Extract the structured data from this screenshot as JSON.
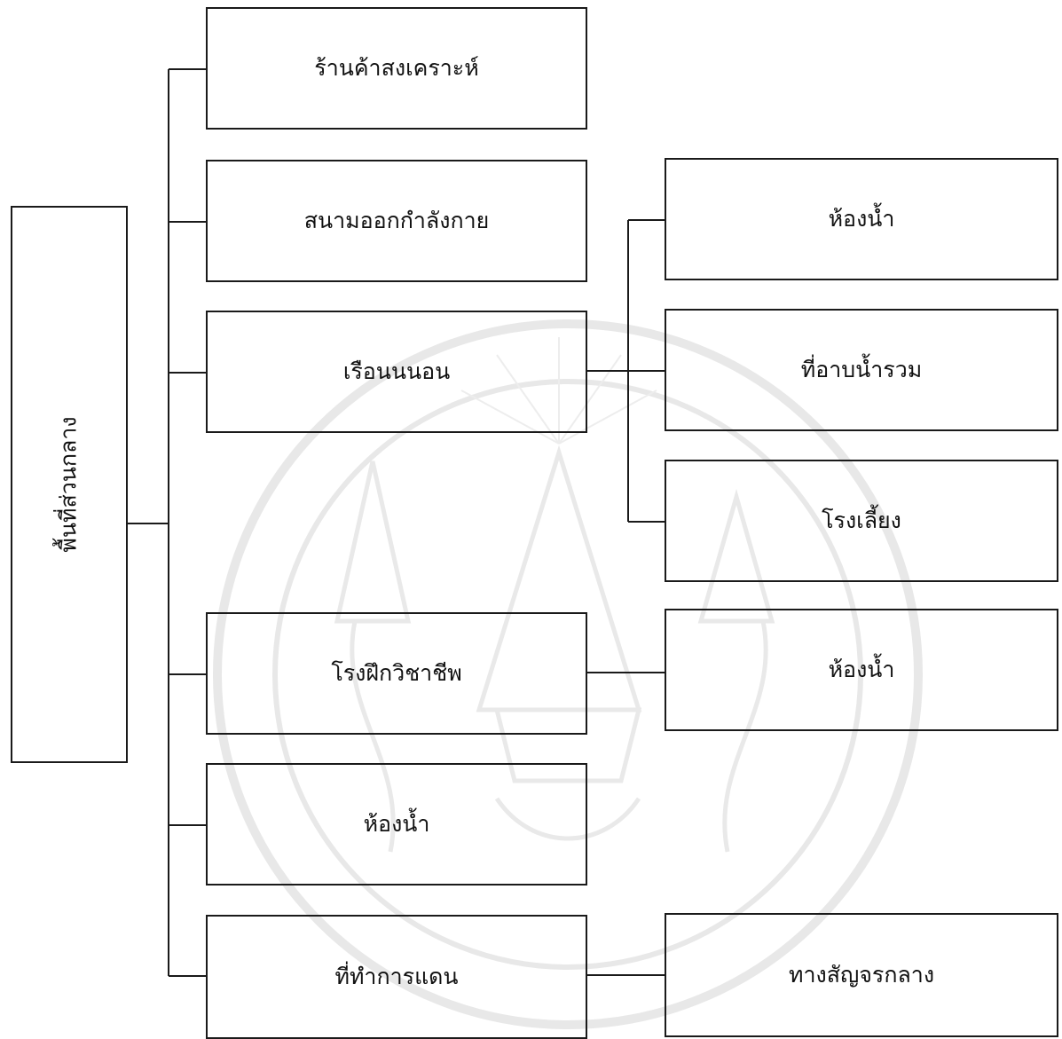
{
  "diagram": {
    "root": {
      "label": "พื้นที่ส่วนกลาง"
    },
    "branches": [
      {
        "label": "ร้านค้าสงเคราะห์"
      },
      {
        "label": "สนามออกกำลังกาย"
      },
      {
        "label": "เรือนนนอน",
        "children": [
          "ห้องน้ำ",
          "ที่อาบน้ำรวม",
          "โรงเลี้ยง"
        ]
      },
      {
        "label": "โรงฝึกวิชาชีพ",
        "children": [
          "ห้องน้ำ"
        ]
      },
      {
        "label": "ห้องน้ำ"
      },
      {
        "label": "ที่ทำการแดน",
        "children": [
          "ทางสัญจรกลาง"
        ]
      }
    ]
  }
}
